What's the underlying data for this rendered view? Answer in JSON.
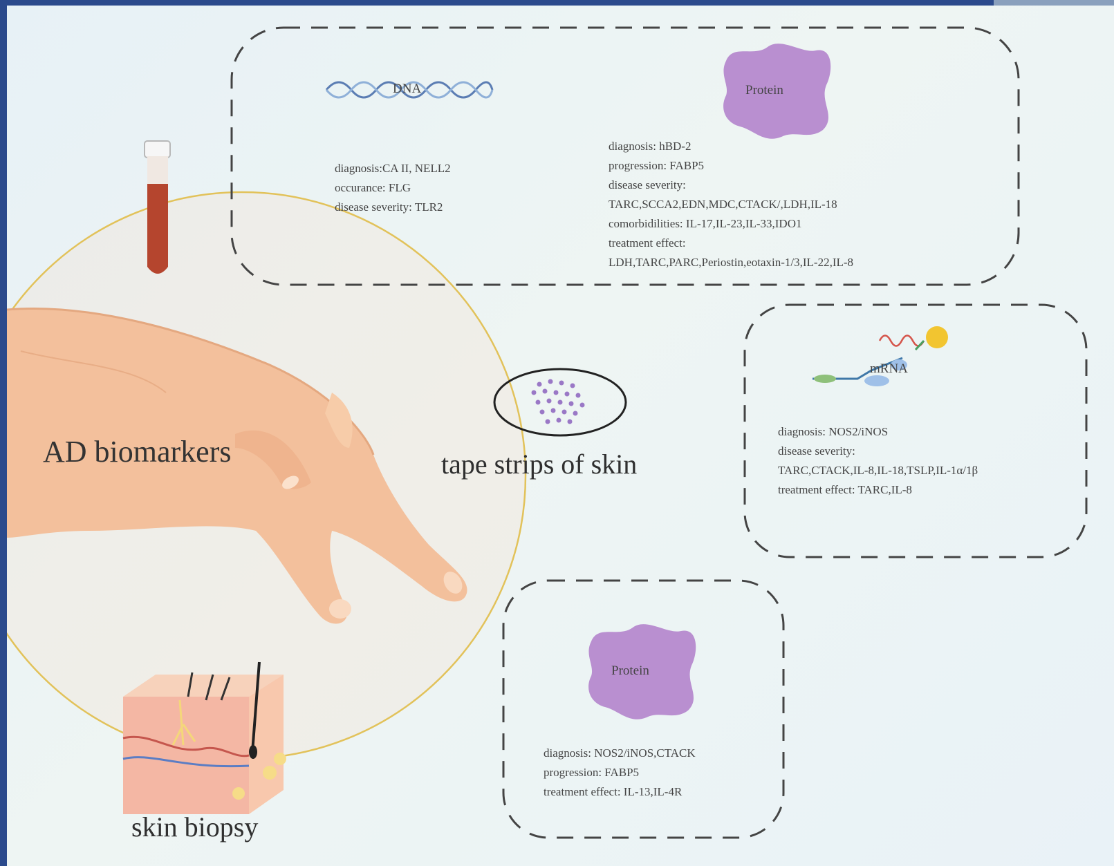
{
  "labels": {
    "ad_biomarkers": "AD  biomarkers",
    "tape_strips": "tape strips of skin",
    "skin_biopsy": "skin biopsy"
  },
  "blood_box": {
    "dna_label": "DNA",
    "protein_label": "Protein",
    "dna_lines": [
      "diagnosis:CA II, NELL2",
      "occurance: FLG",
      "disease severity: TLR2"
    ],
    "protein_lines": [
      "diagnosis: hBD-2",
      "progression: FABP5",
      "disease severity:",
      "TARC,SCCA2,EDN,MDC,CTACK/,LDH,IL-18",
      "comorbidilities: IL-17,IL-23,IL-33,IDO1",
      "treatment effect:",
      "LDH,TARC,PARC,Periostin,eotaxin-1/3,IL-22,IL-8"
    ]
  },
  "tape_box": {
    "mrna_label": "mRNA",
    "lines": [
      "diagnosis: NOS2/iNOS",
      "disease severity:",
      "TARC,CTACK,IL-8,IL-18,TSLP,IL-1α/1β",
      "treatment effect: TARC,IL-8"
    ]
  },
  "biopsy_box": {
    "protein_label": "Protein",
    "lines": [
      "diagnosis: NOS2/iNOS,CTACK",
      "progression: FABP5",
      "treatment effect: IL-13,IL-4R"
    ]
  },
  "colors": {
    "border": "#2b4a8c",
    "protein": "#b98fd0",
    "circle": "#e2c25a",
    "skin": "#f2bf9a",
    "blood": "#b5452e"
  }
}
